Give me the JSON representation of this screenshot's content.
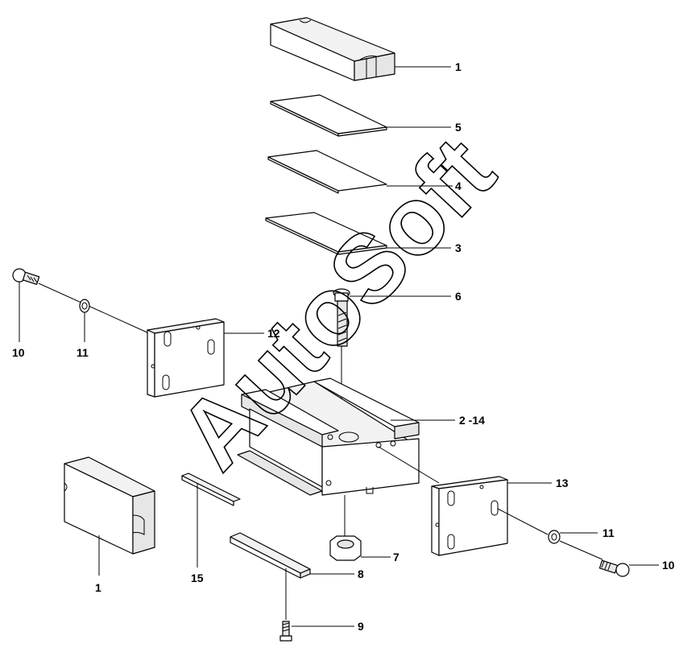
{
  "diagram": {
    "watermark": "AutoSoft",
    "labels": {
      "top_block": "1",
      "shim_upper": "5",
      "shim_middle": "4",
      "shim_lower": "3",
      "bolt_center": "6",
      "left_plate": "12",
      "left_bolt": "10",
      "left_washer": "11",
      "base_block": "2 -14",
      "right_plate": "13",
      "right_washer": "11",
      "right_bolt": "10",
      "nut": "7",
      "bar_long": "8",
      "screw_bottom": "9",
      "bar_short": "15",
      "bottom_block": "1"
    }
  }
}
